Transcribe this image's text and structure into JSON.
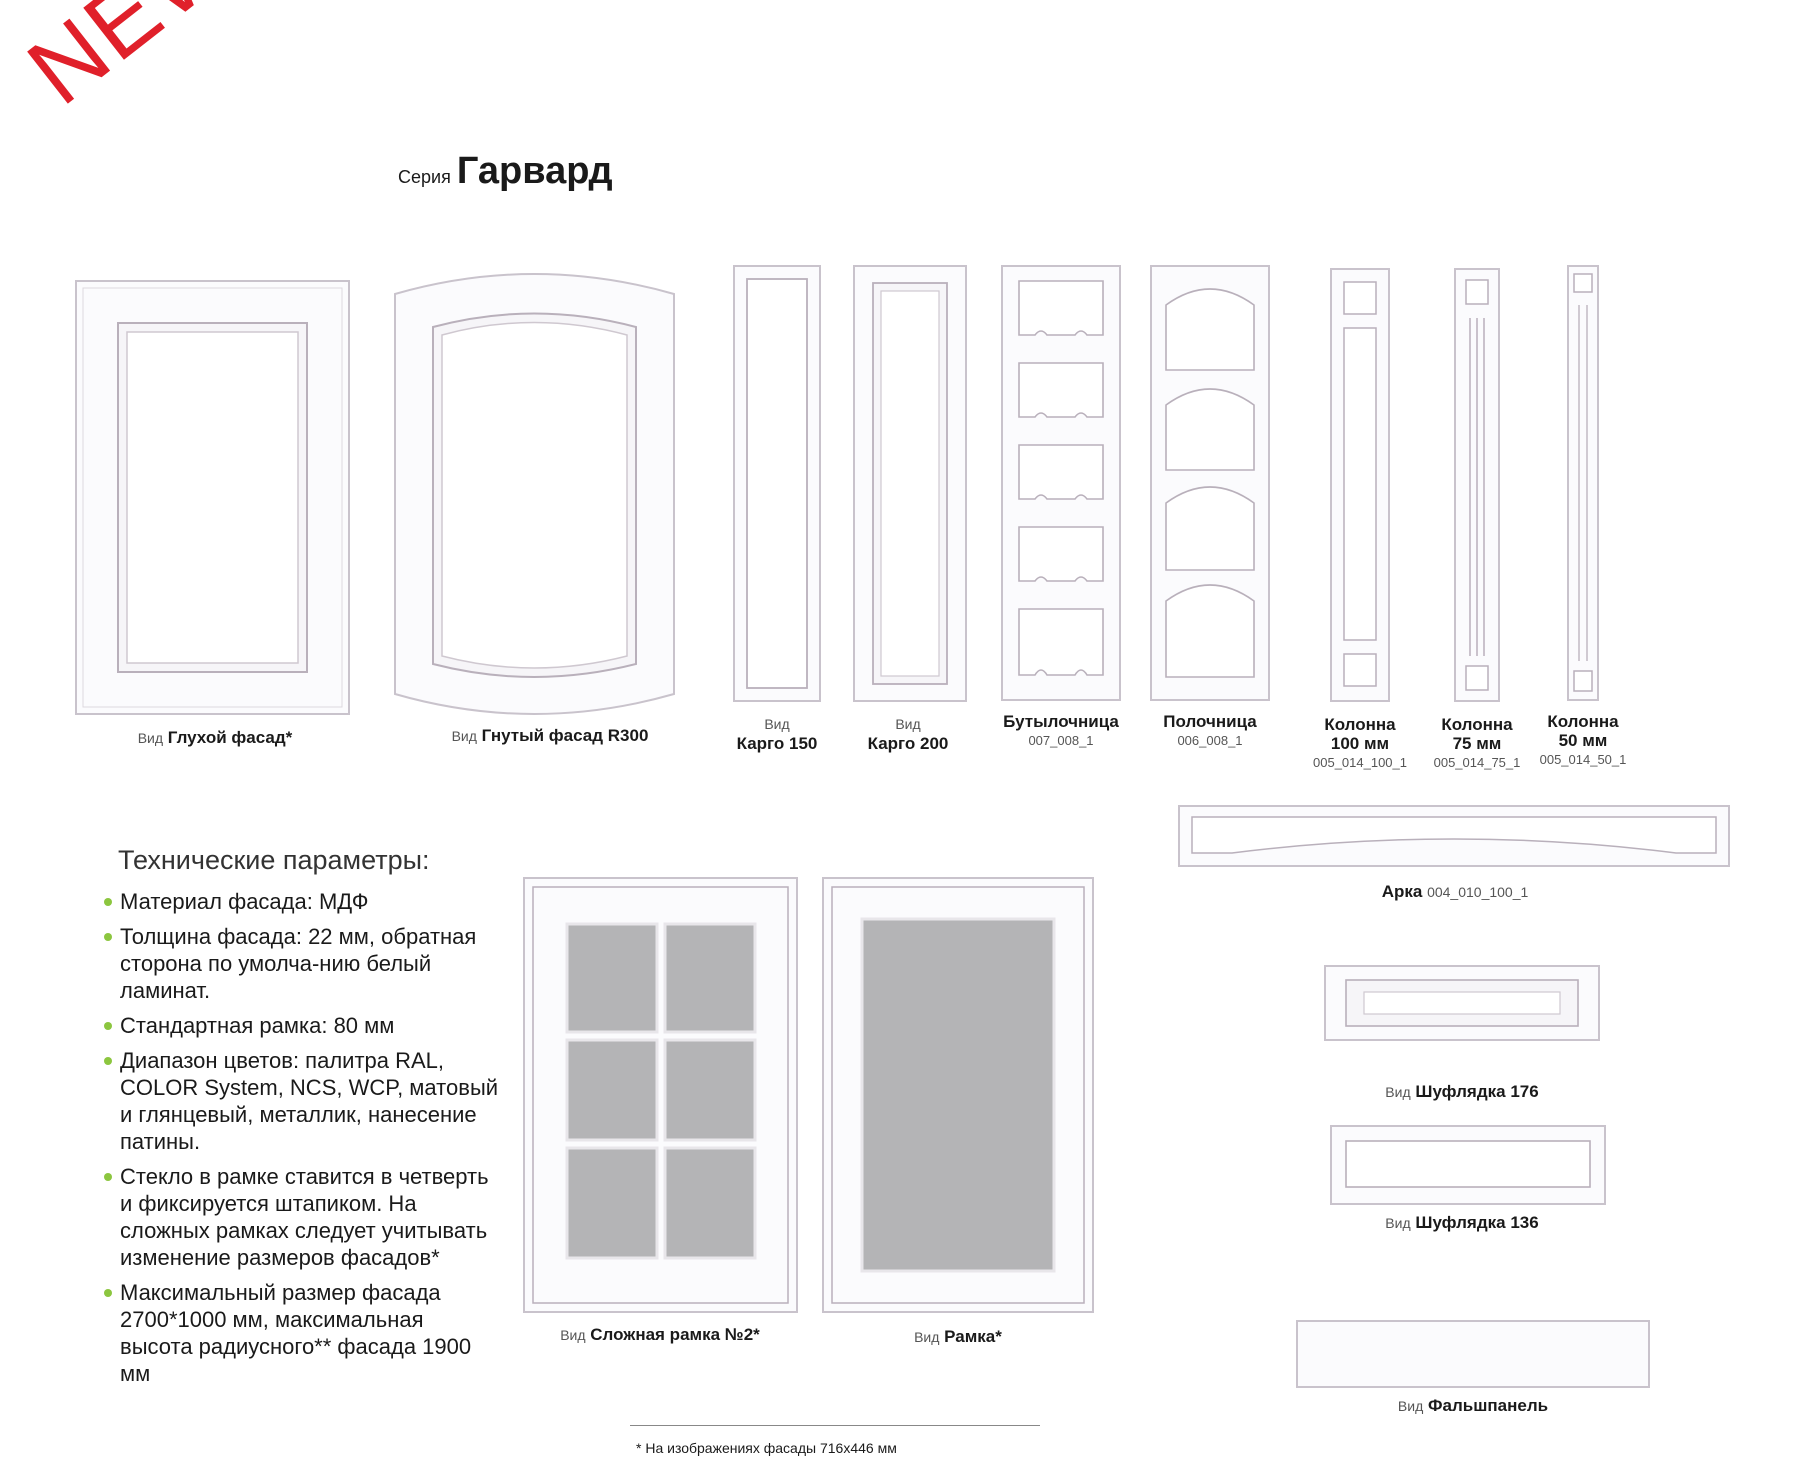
{
  "stamp": "NEW",
  "series": {
    "prefix": "Серия",
    "name": "Гарвард"
  },
  "items": {
    "gluhoi": {
      "pre": "Вид",
      "name": "Глухой фасад*"
    },
    "gnutyi": {
      "pre": "Вид",
      "name": "Гнутый фасад R300"
    },
    "kargo150": {
      "pre": "Вид",
      "name": "Карго 150"
    },
    "kargo200": {
      "pre": "Вид",
      "name": "Карго 200"
    },
    "butyl": {
      "name": "Бутылочница",
      "code": "007_008_1"
    },
    "polochn": {
      "name": "Полочница",
      "code": "006_008_1"
    },
    "kol100": {
      "name1": "Колонна",
      "name2": "100 мм",
      "code": "005_014_100_1"
    },
    "kol75": {
      "name1": "Колонна",
      "name2": "75 мм",
      "code": "005_014_75_1"
    },
    "kol50": {
      "name1": "Колонна",
      "name2": "50 мм",
      "code": "005_014_50_1"
    },
    "arka": {
      "name": "Арка",
      "code": "004_010_100_1"
    },
    "shuf176": {
      "pre": "Вид",
      "name": "Шуфлядка 176"
    },
    "shuf136": {
      "pre": "Вид",
      "name": "Шуфлядка 136"
    },
    "slozhnaya": {
      "pre": "Вид",
      "name": "Сложная рамка №2*"
    },
    "ramka": {
      "pre": "Вид",
      "name": "Рамка*"
    },
    "falsh": {
      "pre": "Вид",
      "name": "Фальшпанель"
    }
  },
  "specs": {
    "title": "Технические параметры:",
    "bullets": [
      "Материал фасада: МДФ",
      "Толщина фасада: 22 мм, обратная сторона по умолча-нию белый ламинат.",
      "Стандартная рамка: 80 мм",
      "Диапазон цветов: палитра RAL, COLOR System, NCS, WCP, матовый и глянцевый, металлик, нанесение патины.",
      "Стекло в рамке ставится в четверть и фиксируется штапиком. На сложных рамках следует учитывать изменение размеров фасадов*",
      "Максимальный размер фасада 2700*1000 мм, максимальная высота радиусного** фасада 1900 мм"
    ]
  },
  "footnote": "* На изображениях фасады 716х446 мм",
  "colors": {
    "stamp": "#e0202a",
    "bullet": "#8cc63f",
    "panel": "#fbfbfd",
    "edge": "#c9c3cc",
    "glass": "#b4b4b6"
  }
}
